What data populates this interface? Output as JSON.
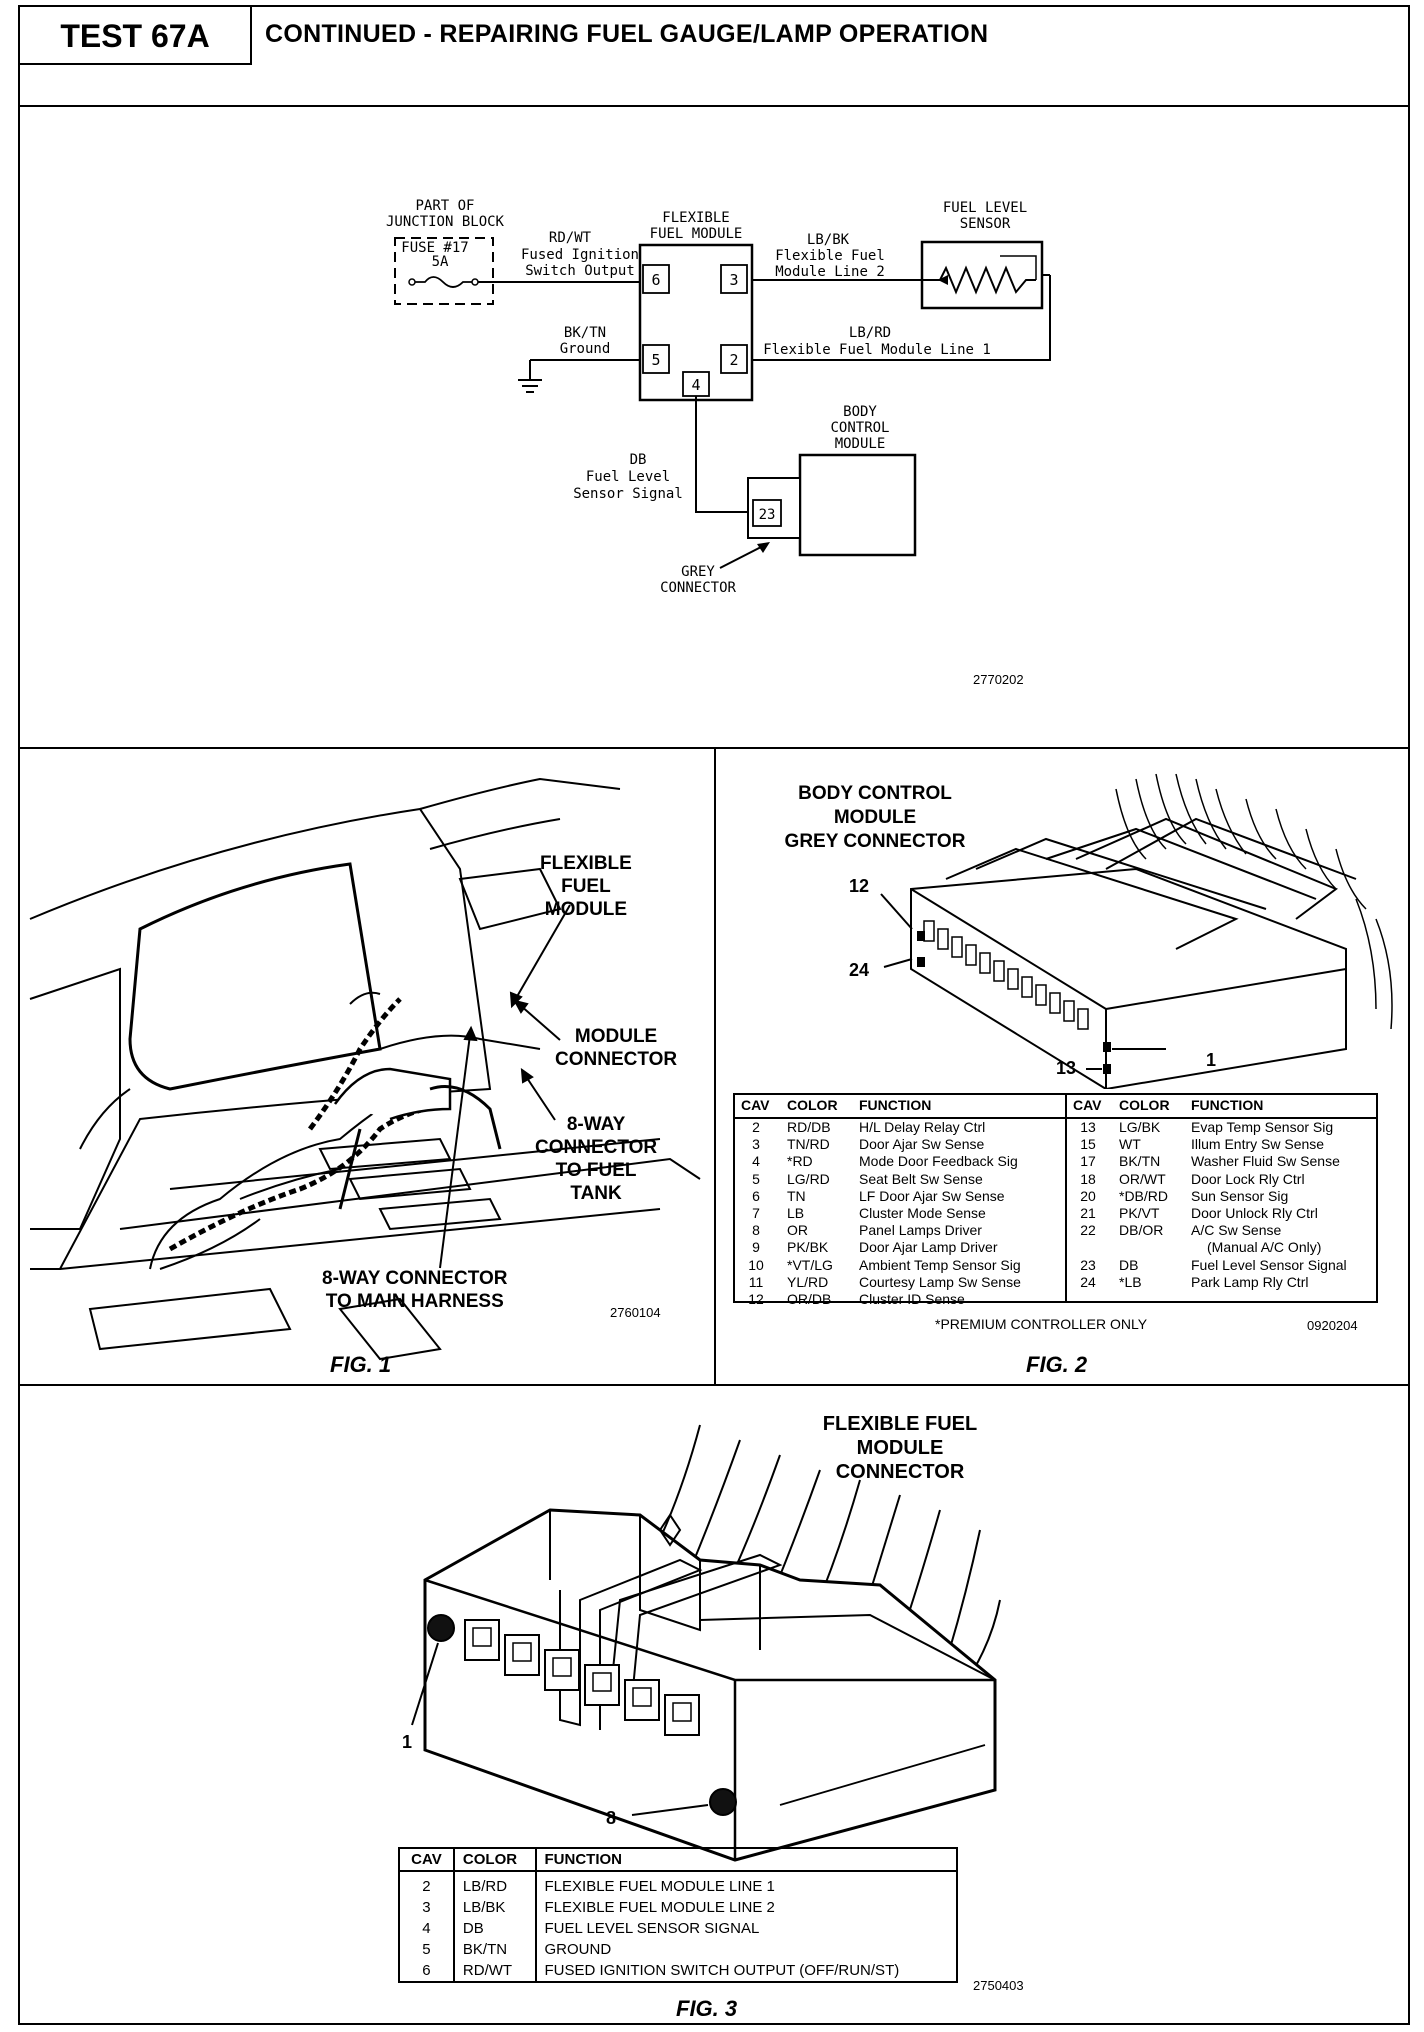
{
  "header": {
    "test_id": "TEST 67A",
    "title": "CONTINUED - REPAIRING FUEL GAUGE/LAMP OPERATION"
  },
  "schematic": {
    "junction_block_label_1": "PART OF",
    "junction_block_label_2": "JUNCTION BLOCK",
    "fuse_label": "FUSE #17",
    "fuse_rating": "5A",
    "wire_rdwt_color": "RD/WT",
    "wire_rdwt_desc_1": "Fused Ignition",
    "wire_rdwt_desc_2": "Switch Output",
    "ffm_label_1": "FLEXIBLE",
    "ffm_label_2": "FUEL MODULE",
    "wire_lbbk_color": "LB/BK",
    "wire_lbbk_desc_1": "Flexible Fuel",
    "wire_lbbk_desc_2": "Module Line 2",
    "sensor_label_1": "FUEL LEVEL",
    "sensor_label_2": "SENSOR",
    "wire_bktn_color": "BK/TN",
    "wire_bktn_desc": "Ground",
    "wire_lbrd_color": "LB/RD",
    "wire_lbrd_desc": "Flexible Fuel Module Line 1",
    "pin_6": "6",
    "pin_3": "3",
    "pin_5": "5",
    "pin_2": "2",
    "pin_4": "4",
    "bcm_label_1": "BODY",
    "bcm_label_2": "CONTROL",
    "bcm_label_3": "MODULE",
    "wire_db_color": "DB",
    "wire_db_desc_1": "Fuel Level",
    "wire_db_desc_2": "Sensor Signal",
    "pin_23": "23",
    "grey_conn_1": "GREY",
    "grey_conn_2": "CONNECTOR",
    "ref": "2770202"
  },
  "fig1": {
    "callout_ffm_1": "FLEXIBLE",
    "callout_ffm_2": "FUEL",
    "callout_ffm_3": "MODULE",
    "callout_mc_1": "MODULE",
    "callout_mc_2": "CONNECTOR",
    "callout_8way_tank_1": "8-WAY",
    "callout_8way_tank_2": "CONNECTOR",
    "callout_8way_tank_3": "TO FUEL",
    "callout_8way_tank_4": "TANK",
    "callout_8way_main_1": "8-WAY CONNECTOR",
    "callout_8way_main_2": "TO MAIN HARNESS",
    "ref": "2760104",
    "caption": "FIG. 1"
  },
  "fig2": {
    "title_1": "BODY CONTROL",
    "title_2": "MODULE",
    "title_3": "GREY CONNECTOR",
    "pin_12": "12",
    "pin_24": "24",
    "pin_13": "13",
    "pin_1": "1",
    "headers": [
      "CAV",
      "COLOR",
      "FUNCTION"
    ],
    "left_rows": [
      {
        "cav": "2",
        "color": "RD/DB",
        "function": "H/L Delay Relay Ctrl"
      },
      {
        "cav": "3",
        "color": "TN/RD",
        "function": "Door Ajar Sw Sense"
      },
      {
        "cav": "4",
        "color": "*RD",
        "function": "Mode Door Feedback Sig"
      },
      {
        "cav": "5",
        "color": "LG/RD",
        "function": "Seat Belt Sw Sense"
      },
      {
        "cav": "6",
        "color": "TN",
        "function": "LF Door Ajar Sw Sense"
      },
      {
        "cav": "7",
        "color": "LB",
        "function": "Cluster Mode Sense"
      },
      {
        "cav": "8",
        "color": "OR",
        "function": "Panel Lamps Driver"
      },
      {
        "cav": "9",
        "color": "PK/BK",
        "function": "Door Ajar Lamp Driver"
      },
      {
        "cav": "10",
        "color": "*VT/LG",
        "function": "Ambient Temp Sensor Sig"
      },
      {
        "cav": "11",
        "color": "YL/RD",
        "function": "Courtesy Lamp Sw Sense"
      },
      {
        "cav": "12",
        "color": "OR/DB",
        "function": "Cluster ID Sense"
      }
    ],
    "right_rows": [
      {
        "cav": "13",
        "color": "LG/BK",
        "function": "Evap Temp Sensor Sig"
      },
      {
        "cav": "15",
        "color": "WT",
        "function": "Illum Entry Sw Sense"
      },
      {
        "cav": "17",
        "color": "BK/TN",
        "function": "Washer Fluid Sw Sense"
      },
      {
        "cav": "18",
        "color": "OR/WT",
        "function": "Door Lock Rly Ctrl"
      },
      {
        "cav": "20",
        "color": "*DB/RD",
        "function": "Sun Sensor Sig"
      },
      {
        "cav": "21",
        "color": "PK/VT",
        "function": "Door Unlock Rly Ctrl"
      },
      {
        "cav": "22",
        "color": "DB/OR",
        "function": "A/C Sw Sense"
      },
      {
        "cav": "",
        "color": "",
        "function": "(Manual A/C Only)"
      },
      {
        "cav": "23",
        "color": "DB",
        "function": "Fuel Level Sensor Signal"
      },
      {
        "cav": "24",
        "color": "*LB",
        "function": "Park Lamp Rly Ctrl"
      }
    ],
    "footnote": "*PREMIUM CONTROLLER ONLY",
    "ref": "0920204",
    "caption": "FIG. 2"
  },
  "fig3": {
    "title_1": "FLEXIBLE FUEL",
    "title_2": "MODULE CONNECTOR",
    "pin_1": "1",
    "pin_8": "8",
    "headers": [
      "CAV",
      "COLOR",
      "FUNCTION"
    ],
    "rows": [
      {
        "cav": "2",
        "color": "LB/RD",
        "function": "FLEXIBLE FUEL MODULE LINE 1"
      },
      {
        "cav": "3",
        "color": "LB/BK",
        "function": "FLEXIBLE FUEL MODULE LINE 2"
      },
      {
        "cav": "4",
        "color": "DB",
        "function": "FUEL LEVEL SENSOR SIGNAL"
      },
      {
        "cav": "5",
        "color": "BK/TN",
        "function": "GROUND"
      },
      {
        "cav": "6",
        "color": "RD/WT",
        "function": "FUSED IGNITION SWITCH OUTPUT (OFF/RUN/ST)"
      }
    ],
    "ref": "2750403",
    "caption": "FIG. 3"
  }
}
